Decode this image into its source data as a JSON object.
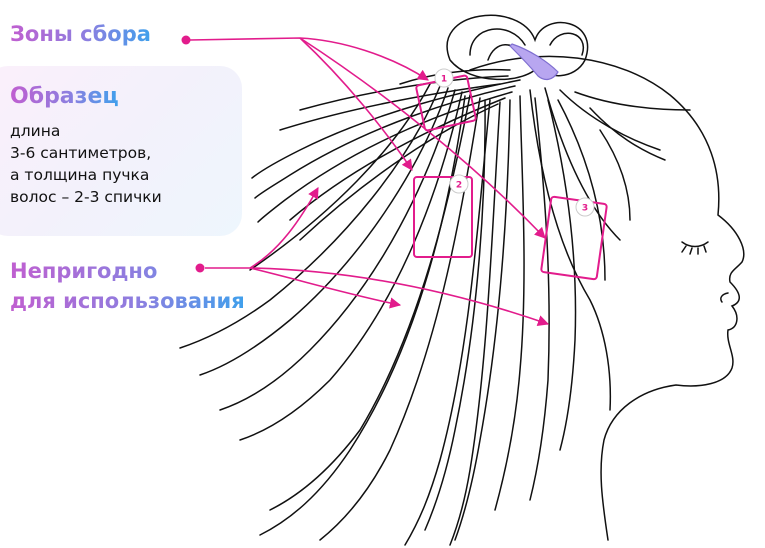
{
  "labels": {
    "zones": "Зоны сбора",
    "sample_title": "Образец",
    "sample_lines": [
      "длина",
      "3-6 сантиметров,",
      "а толщина пучка",
      "волос – 2-3 спички"
    ],
    "unfit_line1": "Непригодно",
    "unfit_line2": "для использования"
  },
  "zones": [
    {
      "badge": "1"
    },
    {
      "badge": "2"
    },
    {
      "badge": "3"
    }
  ],
  "colors": {
    "accent": "#e21c8c",
    "gradient_start": "#c05fd0",
    "gradient_end": "#3fa0ec",
    "card_bg": "#f4f1fb",
    "hair_clip": "#b8a6f0"
  }
}
